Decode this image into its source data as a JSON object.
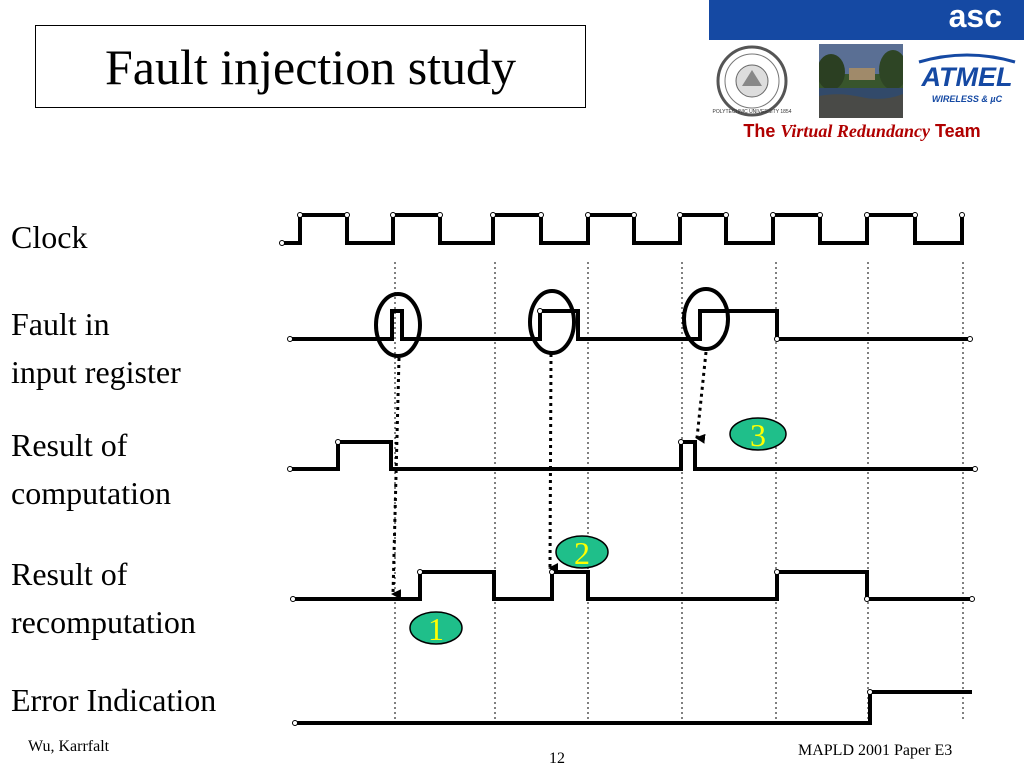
{
  "slide": {
    "title": "Fault injection study",
    "brand": "asc",
    "team": {
      "prefix": "The",
      "emphasis": "Virtual Redundancy",
      "suffix": "Team"
    },
    "logos": {
      "seal": "POLYTECHNIC UNIVERSITY 1854",
      "atmel_word": "ATMEL",
      "atmel_tag": "WIRELESS & µC"
    }
  },
  "signals": [
    {
      "key": "clock",
      "label_lines": [
        "Clock"
      ]
    },
    {
      "key": "fault",
      "label_lines": [
        "Fault in",
        "input register"
      ]
    },
    {
      "key": "result",
      "label_lines": [
        "Result of",
        "computation"
      ]
    },
    {
      "key": "recomp",
      "label_lines": [
        "Result of",
        "recomputation"
      ]
    },
    {
      "key": "error",
      "label_lines": [
        "Error Indication"
      ]
    }
  ],
  "markers": [
    {
      "label": "1"
    },
    {
      "label": "2"
    },
    {
      "label": "3"
    }
  ],
  "colors": {
    "brand_bar": "#1549a3",
    "team_text": "#b00000",
    "marker_fill": "#1fbf8a",
    "marker_text": "#ffff00"
  },
  "footer": {
    "left": "Wu, Karrfalt",
    "center": "12",
    "right": "MAPLD 2001 Paper E3"
  }
}
